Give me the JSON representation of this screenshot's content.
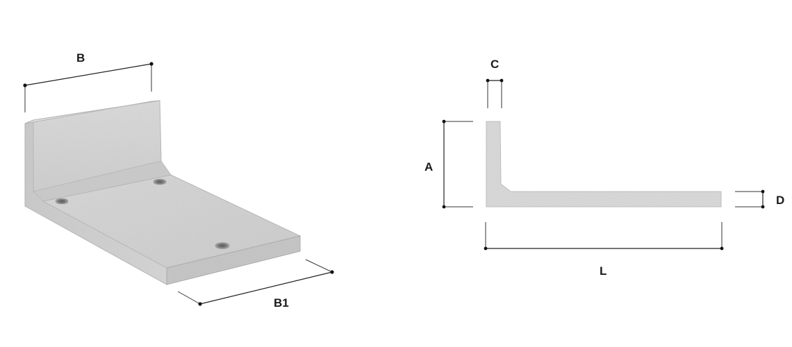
{
  "diagram": {
    "isometric_view": {
      "labels": {
        "back_width": "B",
        "base_width": "B1"
      }
    },
    "section_view": {
      "labels": {
        "wall_thickness": "C",
        "height": "A",
        "base_thickness": "D",
        "length": "L"
      }
    },
    "colors": {
      "concrete_light": "#dcdcdc",
      "concrete_mid": "#cfcfcf",
      "concrete_dark": "#b9b9b9",
      "edge": "#a8a8a8",
      "dimension": "#222222"
    }
  }
}
